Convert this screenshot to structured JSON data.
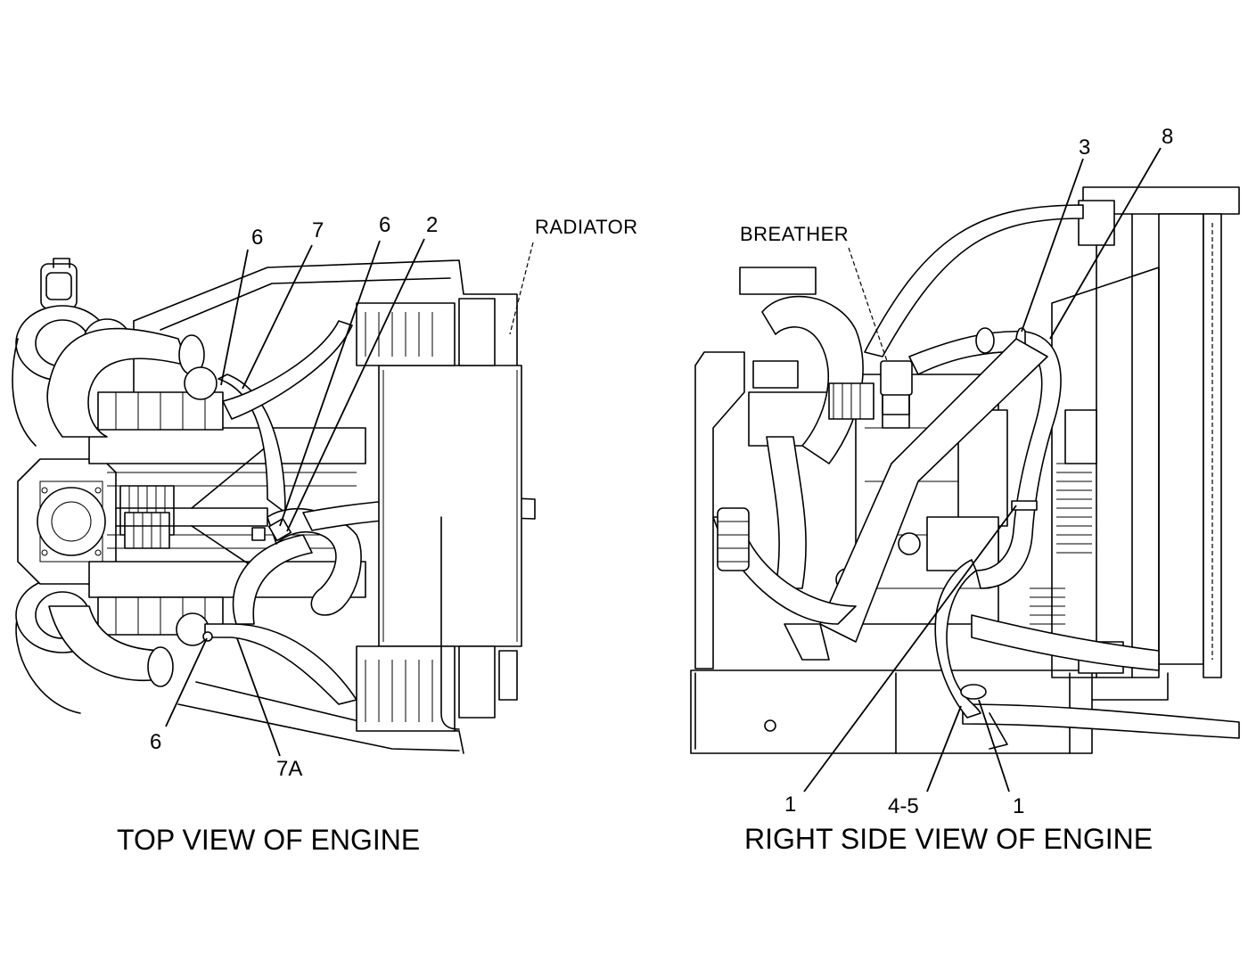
{
  "views": {
    "top": {
      "caption": "TOP VIEW OF ENGINE",
      "labels": {
        "radiator": "RADIATOR"
      },
      "callouts": [
        "6",
        "7",
        "6",
        "2",
        "6",
        "7A"
      ]
    },
    "side": {
      "caption": "RIGHT SIDE VIEW OF ENGINE",
      "labels": {
        "breather": "BREATHER"
      },
      "callouts": [
        "3",
        "8",
        "1",
        "4-5",
        "1"
      ]
    }
  }
}
